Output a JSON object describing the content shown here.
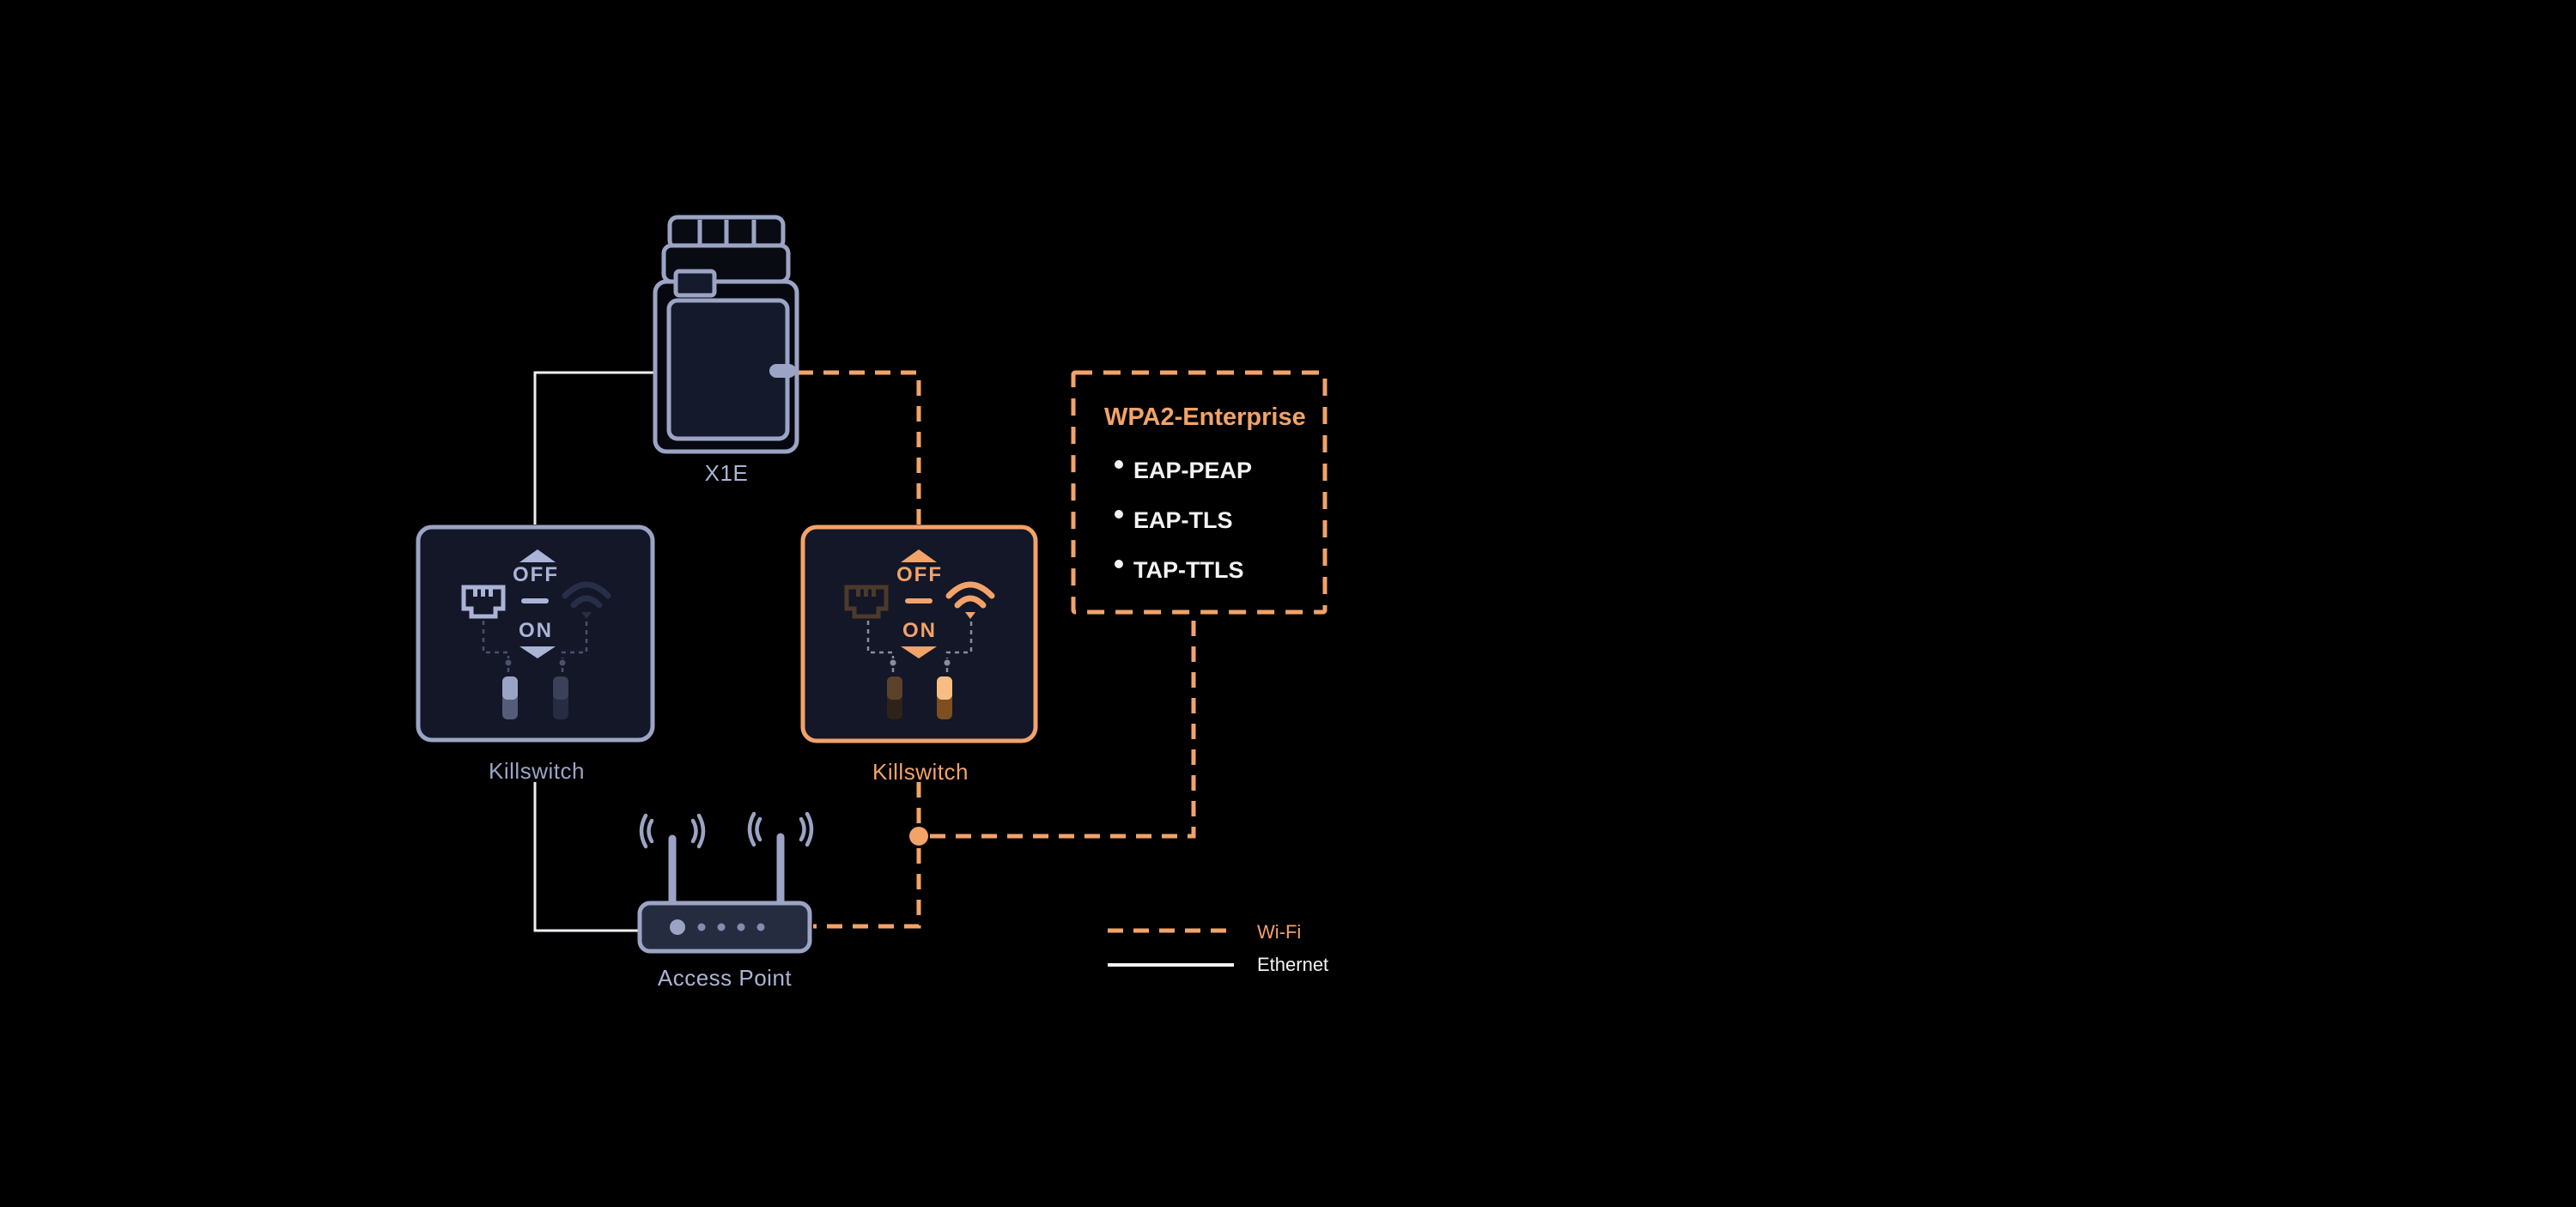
{
  "diagram": {
    "x1e": {
      "label": "X1E"
    },
    "killswitch_ethernet": {
      "label": "Killswitch",
      "off": "OFF",
      "on": "ON"
    },
    "killswitch_wifi": {
      "label": "Killswitch",
      "off": "OFF",
      "on": "ON"
    },
    "wpa2": {
      "title": "WPA2-Enterprise",
      "items": [
        "EAP-PEAP",
        "EAP-TLS",
        "TAP-TTLS"
      ]
    },
    "access_point": {
      "label": "Access Point"
    },
    "legend": [
      {
        "label": "Wi-Fi",
        "line_style": "dashed"
      },
      {
        "label": "Ethernet",
        "line_style": "solid"
      }
    ],
    "colors": {
      "background": "#000000",
      "wifi_accent": "#f2a369",
      "wifi_bright": "#f8bd82",
      "device_accent": "#9ba4c4",
      "device_bright": "#aab4d6",
      "box_fill": "#141828",
      "text_white": "#f3f3f3"
    }
  }
}
